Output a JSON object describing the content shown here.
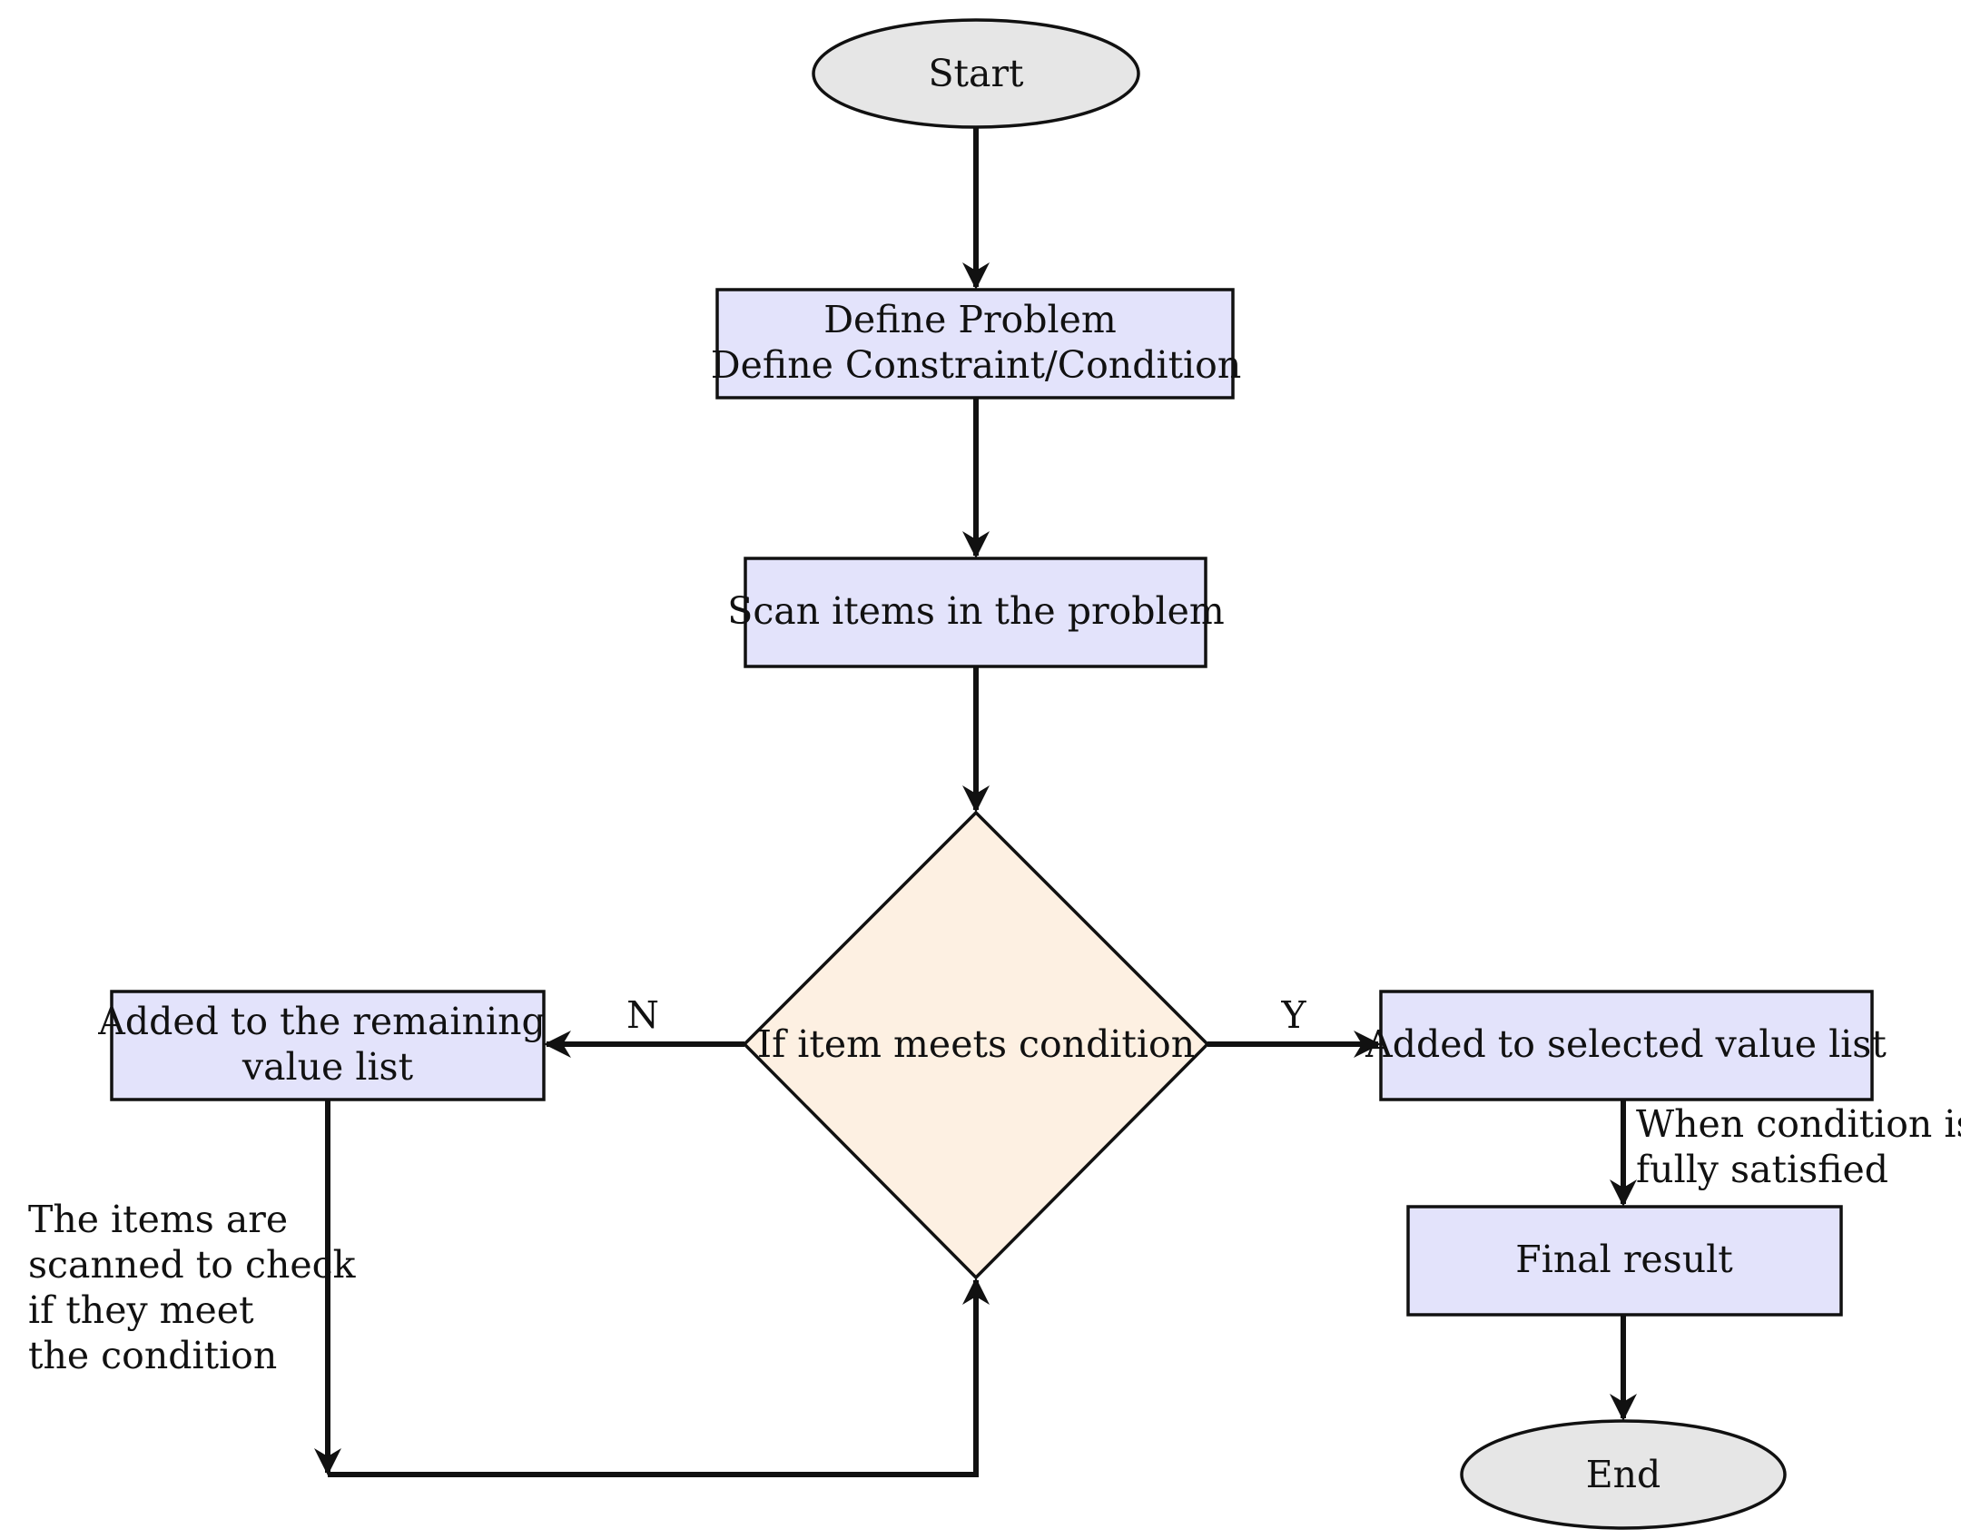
{
  "nodes": {
    "start": {
      "lines": [
        "Start"
      ]
    },
    "define": {
      "lines": [
        "Define Problem",
        "Define Constraint/Condition"
      ]
    },
    "scan": {
      "lines": [
        "Scan items in the problem"
      ]
    },
    "decision": {
      "lines": [
        "If item meets condition"
      ]
    },
    "remaining": {
      "lines": [
        "Added to the remaining",
        "value list"
      ]
    },
    "selected": {
      "lines": [
        "Added to selected value list"
      ]
    },
    "final": {
      "lines": [
        "Final result"
      ]
    },
    "end": {
      "lines": [
        "End"
      ]
    }
  },
  "edge_labels": {
    "no": "N",
    "yes": "Y",
    "satisfied": [
      "When condition is",
      "fully satisfied"
    ],
    "loop_note": [
      "The items are",
      "scanned to check",
      "if they meet",
      "the condition"
    ]
  },
  "colors": {
    "terminal_fill": "#e6e6e6",
    "process_fill": "#e3e3fb",
    "decision_fill": "#fdf0e2",
    "stroke": "#111111"
  }
}
